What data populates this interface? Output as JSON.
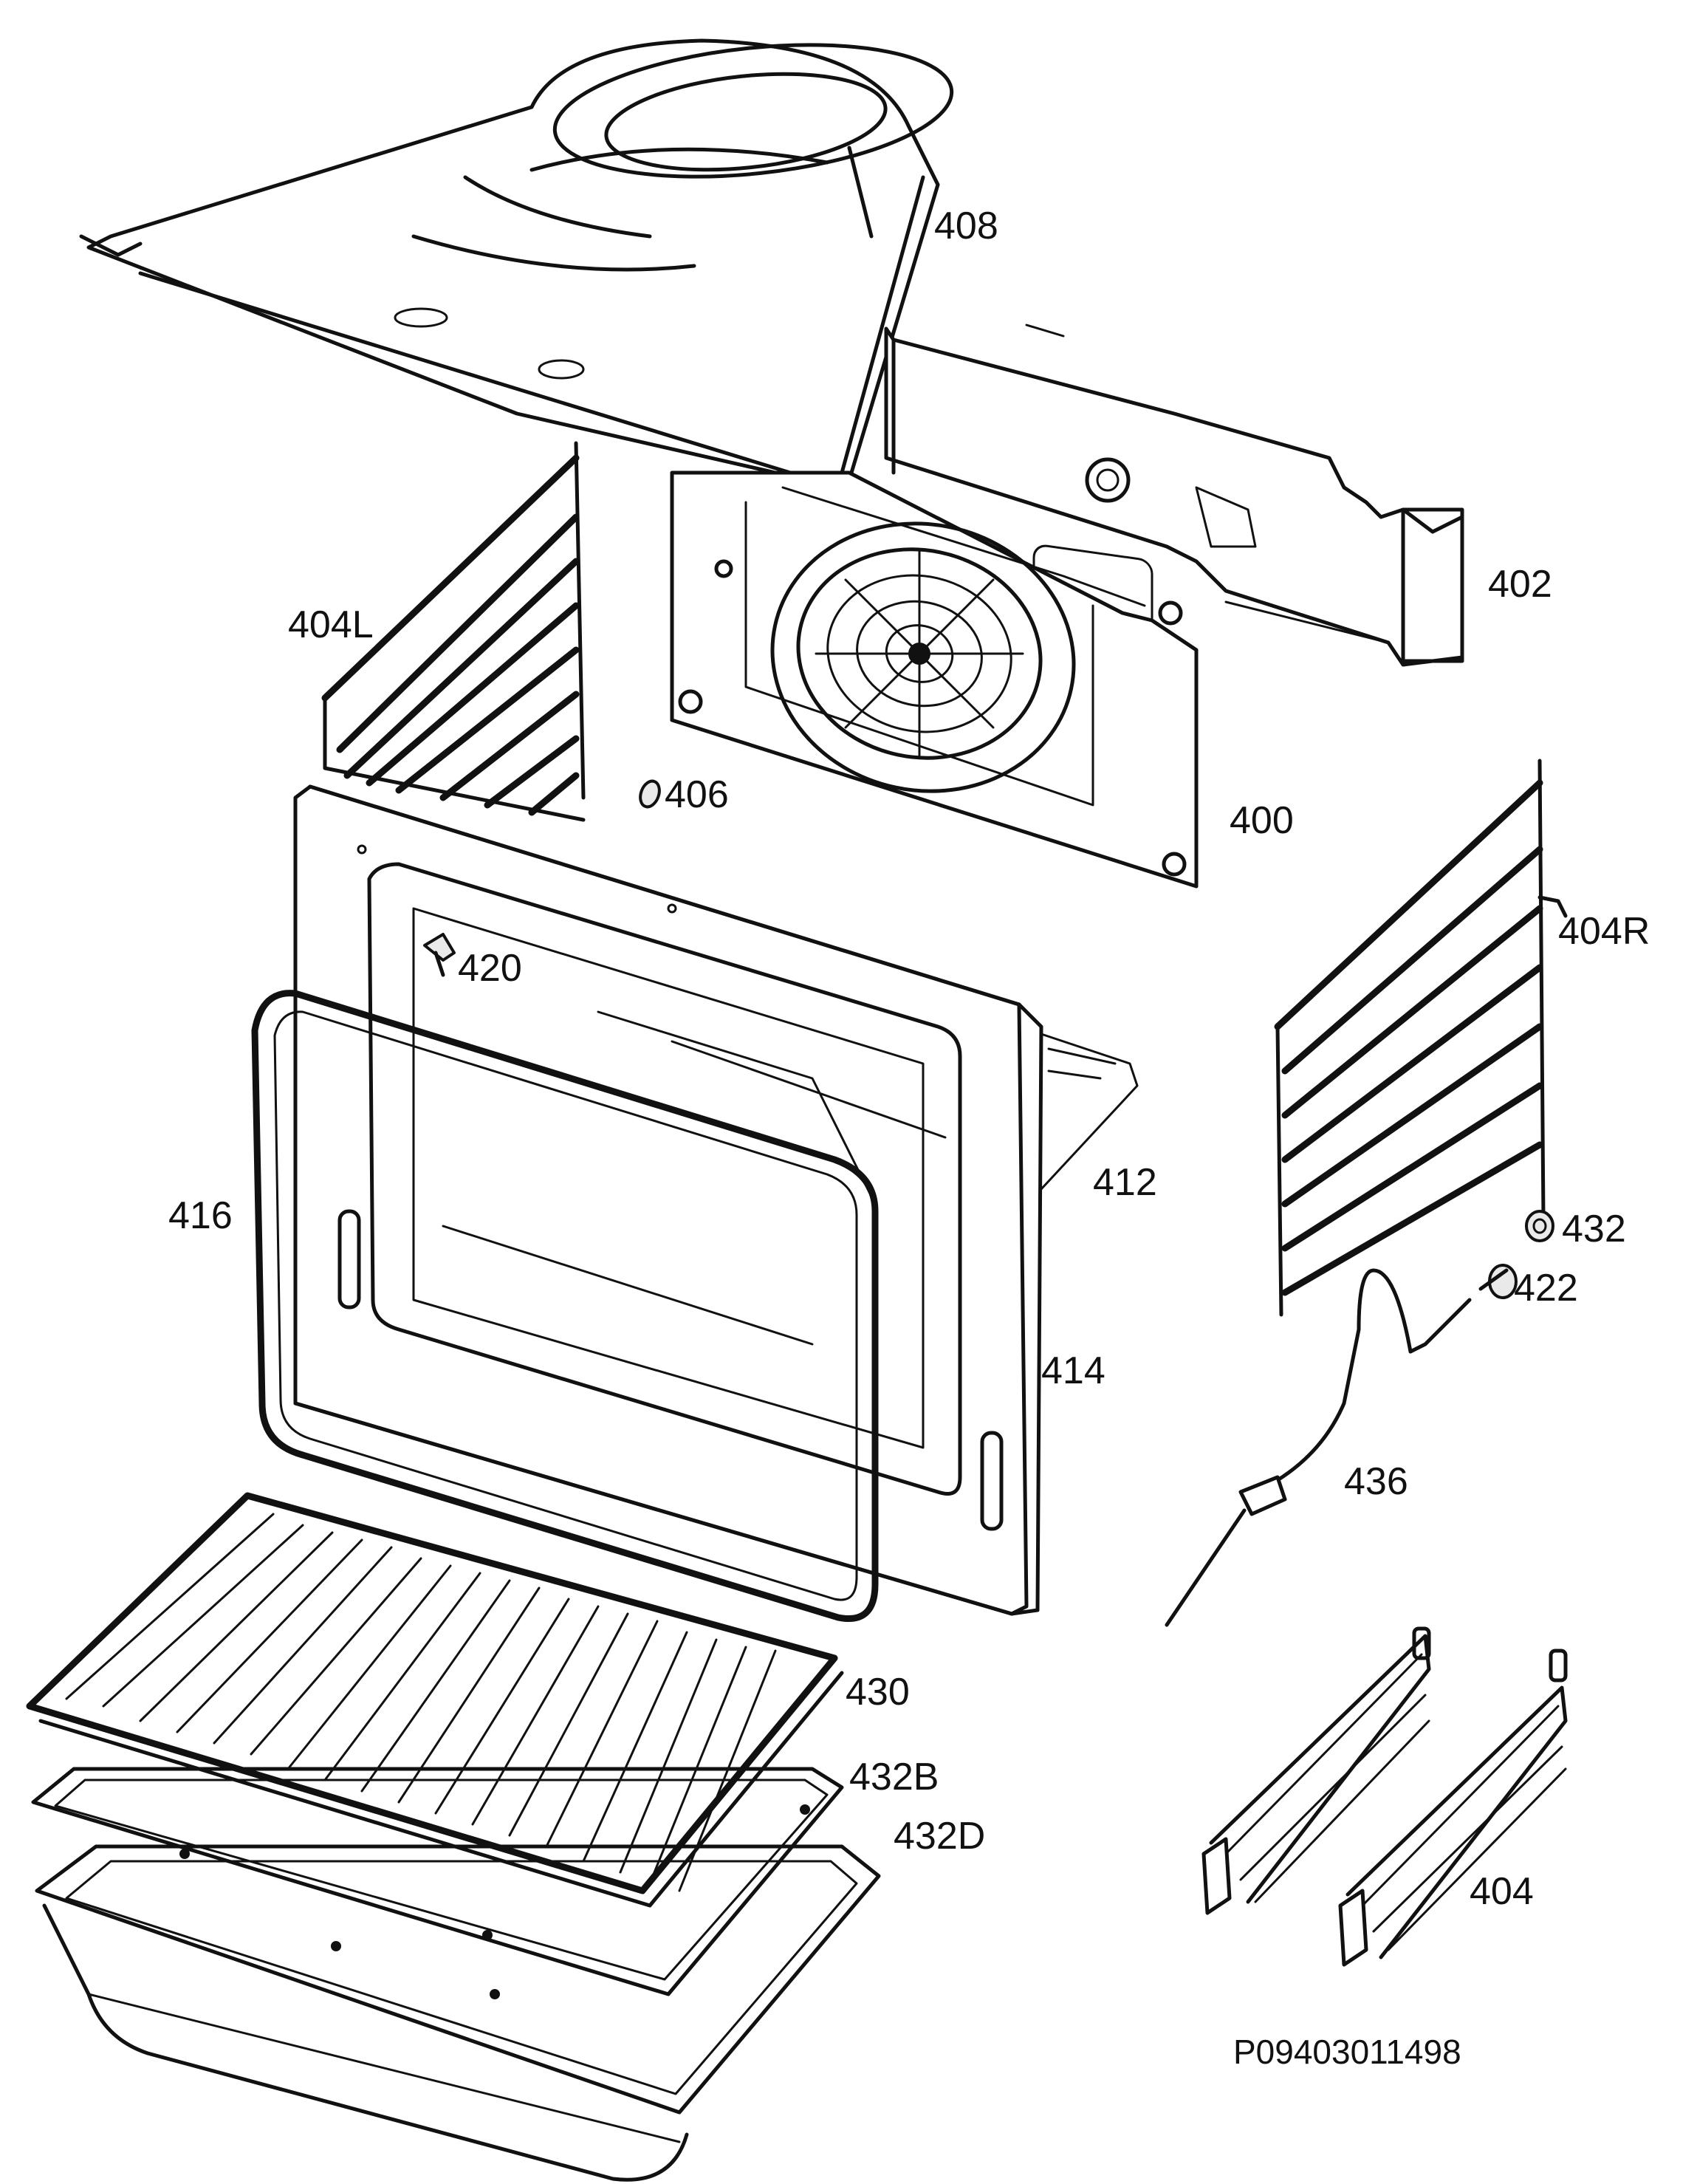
{
  "parts": [
    {
      "id": "p408",
      "label": "408"
    },
    {
      "id": "p402",
      "label": "402"
    },
    {
      "id": "p404L",
      "label": "404L"
    },
    {
      "id": "p406",
      "label": "406"
    },
    {
      "id": "p400",
      "label": "400"
    },
    {
      "id": "p420",
      "label": "420"
    },
    {
      "id": "p404R",
      "label": "404R"
    },
    {
      "id": "p412",
      "label": "412"
    },
    {
      "id": "p416",
      "label": "416"
    },
    {
      "id": "p432",
      "label": "432"
    },
    {
      "id": "p422",
      "label": "422"
    },
    {
      "id": "p414",
      "label": "414"
    },
    {
      "id": "p436",
      "label": "436"
    },
    {
      "id": "p430",
      "label": "430"
    },
    {
      "id": "p432B",
      "label": "432B"
    },
    {
      "id": "p432D",
      "label": "432D"
    },
    {
      "id": "p404",
      "label": "404"
    }
  ],
  "document_code": "P09403011498"
}
